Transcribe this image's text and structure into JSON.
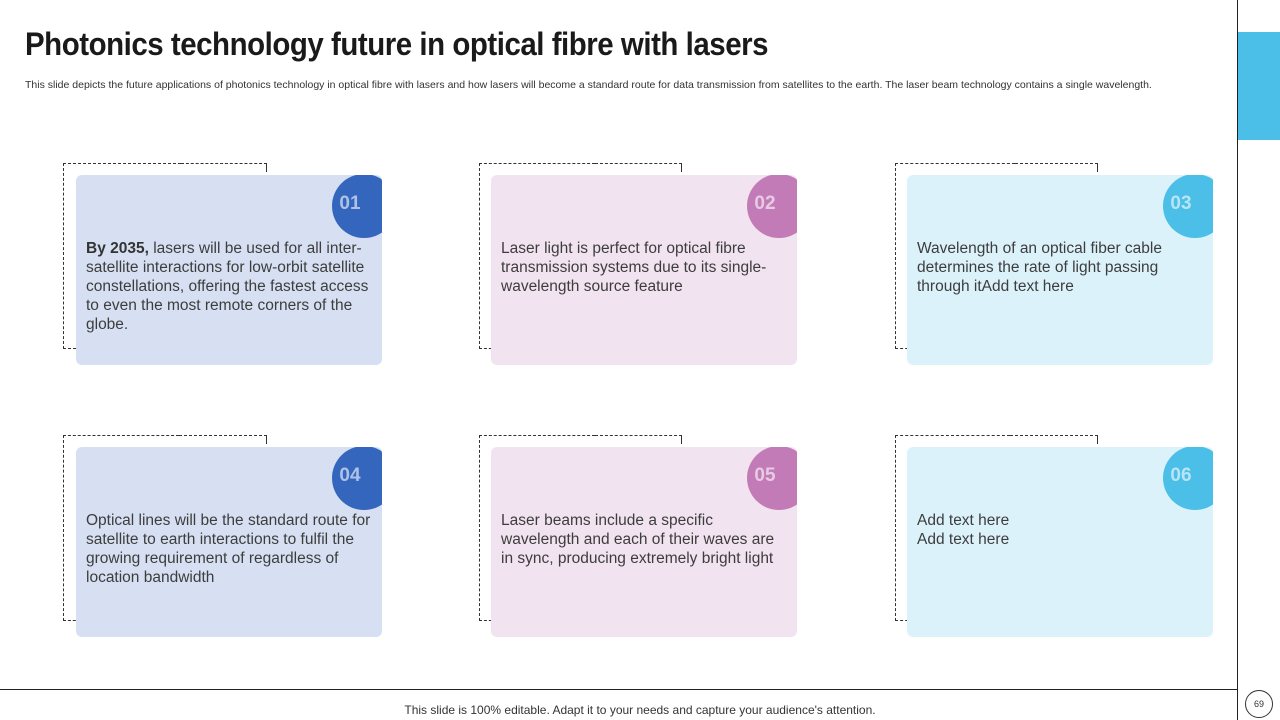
{
  "slide": {
    "title": "Photonics technology future in optical fibre with lasers",
    "subtitle": "This slide depicts the future applications of photonics technology in optical fibre with lasers and how lasers will become a standard route for data transmission from satellites to the earth. The laser beam technology contains a single wavelength.",
    "footer": "This slide is 100% editable. Adapt it to your needs and capture your audience's attention.",
    "page_number": "69"
  },
  "cards": [
    {
      "number": "01",
      "lead": "By 2035,",
      "text": " lasers will be used for all inter-satellite interactions for low-orbit satellite constellations, offering the fastest access to even the most remote corners of the globe."
    },
    {
      "number": "02",
      "text": "Laser light is perfect for optical fibre transmission systems due to its single-wavelength source feature"
    },
    {
      "number": "03",
      "text": "Wavelength of an optical fiber cable determines the rate of light passing through itAdd text here"
    },
    {
      "number": "04",
      "text": "Optical lines will be the standard route for satellite to earth interactions to fulfil the growing requirement of regardless of location bandwidth"
    },
    {
      "number": "05",
      "text": "Laser beams include a specific wavelength and each of their waves are in sync, producing extremely bright light"
    },
    {
      "number": "06",
      "line1": "Add text here",
      "line2": "Add text here"
    }
  ],
  "colors": {
    "blue_accent": "#3566bd",
    "pink_accent": "#c37bb8",
    "cyan_accent": "#4bbfe8",
    "blue_fill": "#d6e0f2",
    "pink_fill": "#f1e3ef",
    "cyan_fill": "#dcf2fb"
  }
}
